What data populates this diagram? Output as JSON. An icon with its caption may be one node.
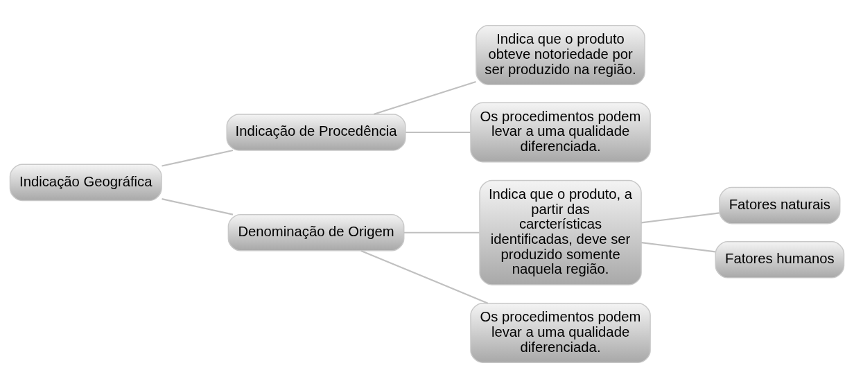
{
  "diagram": {
    "nodes": [
      {
        "text": [
          "Indicação Geográfica"
        ]
      },
      {
        "text": [
          "Indicação de Procedência"
        ]
      },
      {
        "text": [
          "Indica que o produto obteve notoriedade por ser produzido na região."
        ]
      },
      {
        "text": [
          "Os procedimentos podem levar a uma qualidade diferenciada."
        ]
      },
      {
        "text": [
          "Denominação de Origem"
        ]
      },
      {
        "text": [
          "Indica que o produto, a partir das carcterísticas identificadas, deve ser produzido somente naquela região."
        ]
      },
      {
        "text": [
          "Fatores naturais"
        ]
      },
      {
        "text": [
          "Fatores humanos"
        ]
      },
      {
        "text": [
          "Os procedimentos podem levar a uma qualidade diferenciada."
        ]
      }
    ],
    "edges": [
      {
        "from": 0,
        "to": 1,
        "arrow": "none"
      },
      {
        "from": 1,
        "to": 2,
        "arrow": "none"
      },
      {
        "from": 1,
        "to": 3,
        "arrow": "none"
      },
      {
        "from": 0,
        "to": 4,
        "arrow": "none"
      },
      {
        "from": 4,
        "to": 5,
        "arrow": "none"
      },
      {
        "from": 5,
        "to": 6,
        "arrow": "none"
      },
      {
        "from": 5,
        "to": 7,
        "arrow": "none"
      },
      {
        "from": 4,
        "to": 8,
        "arrow": "none"
      }
    ]
  }
}
